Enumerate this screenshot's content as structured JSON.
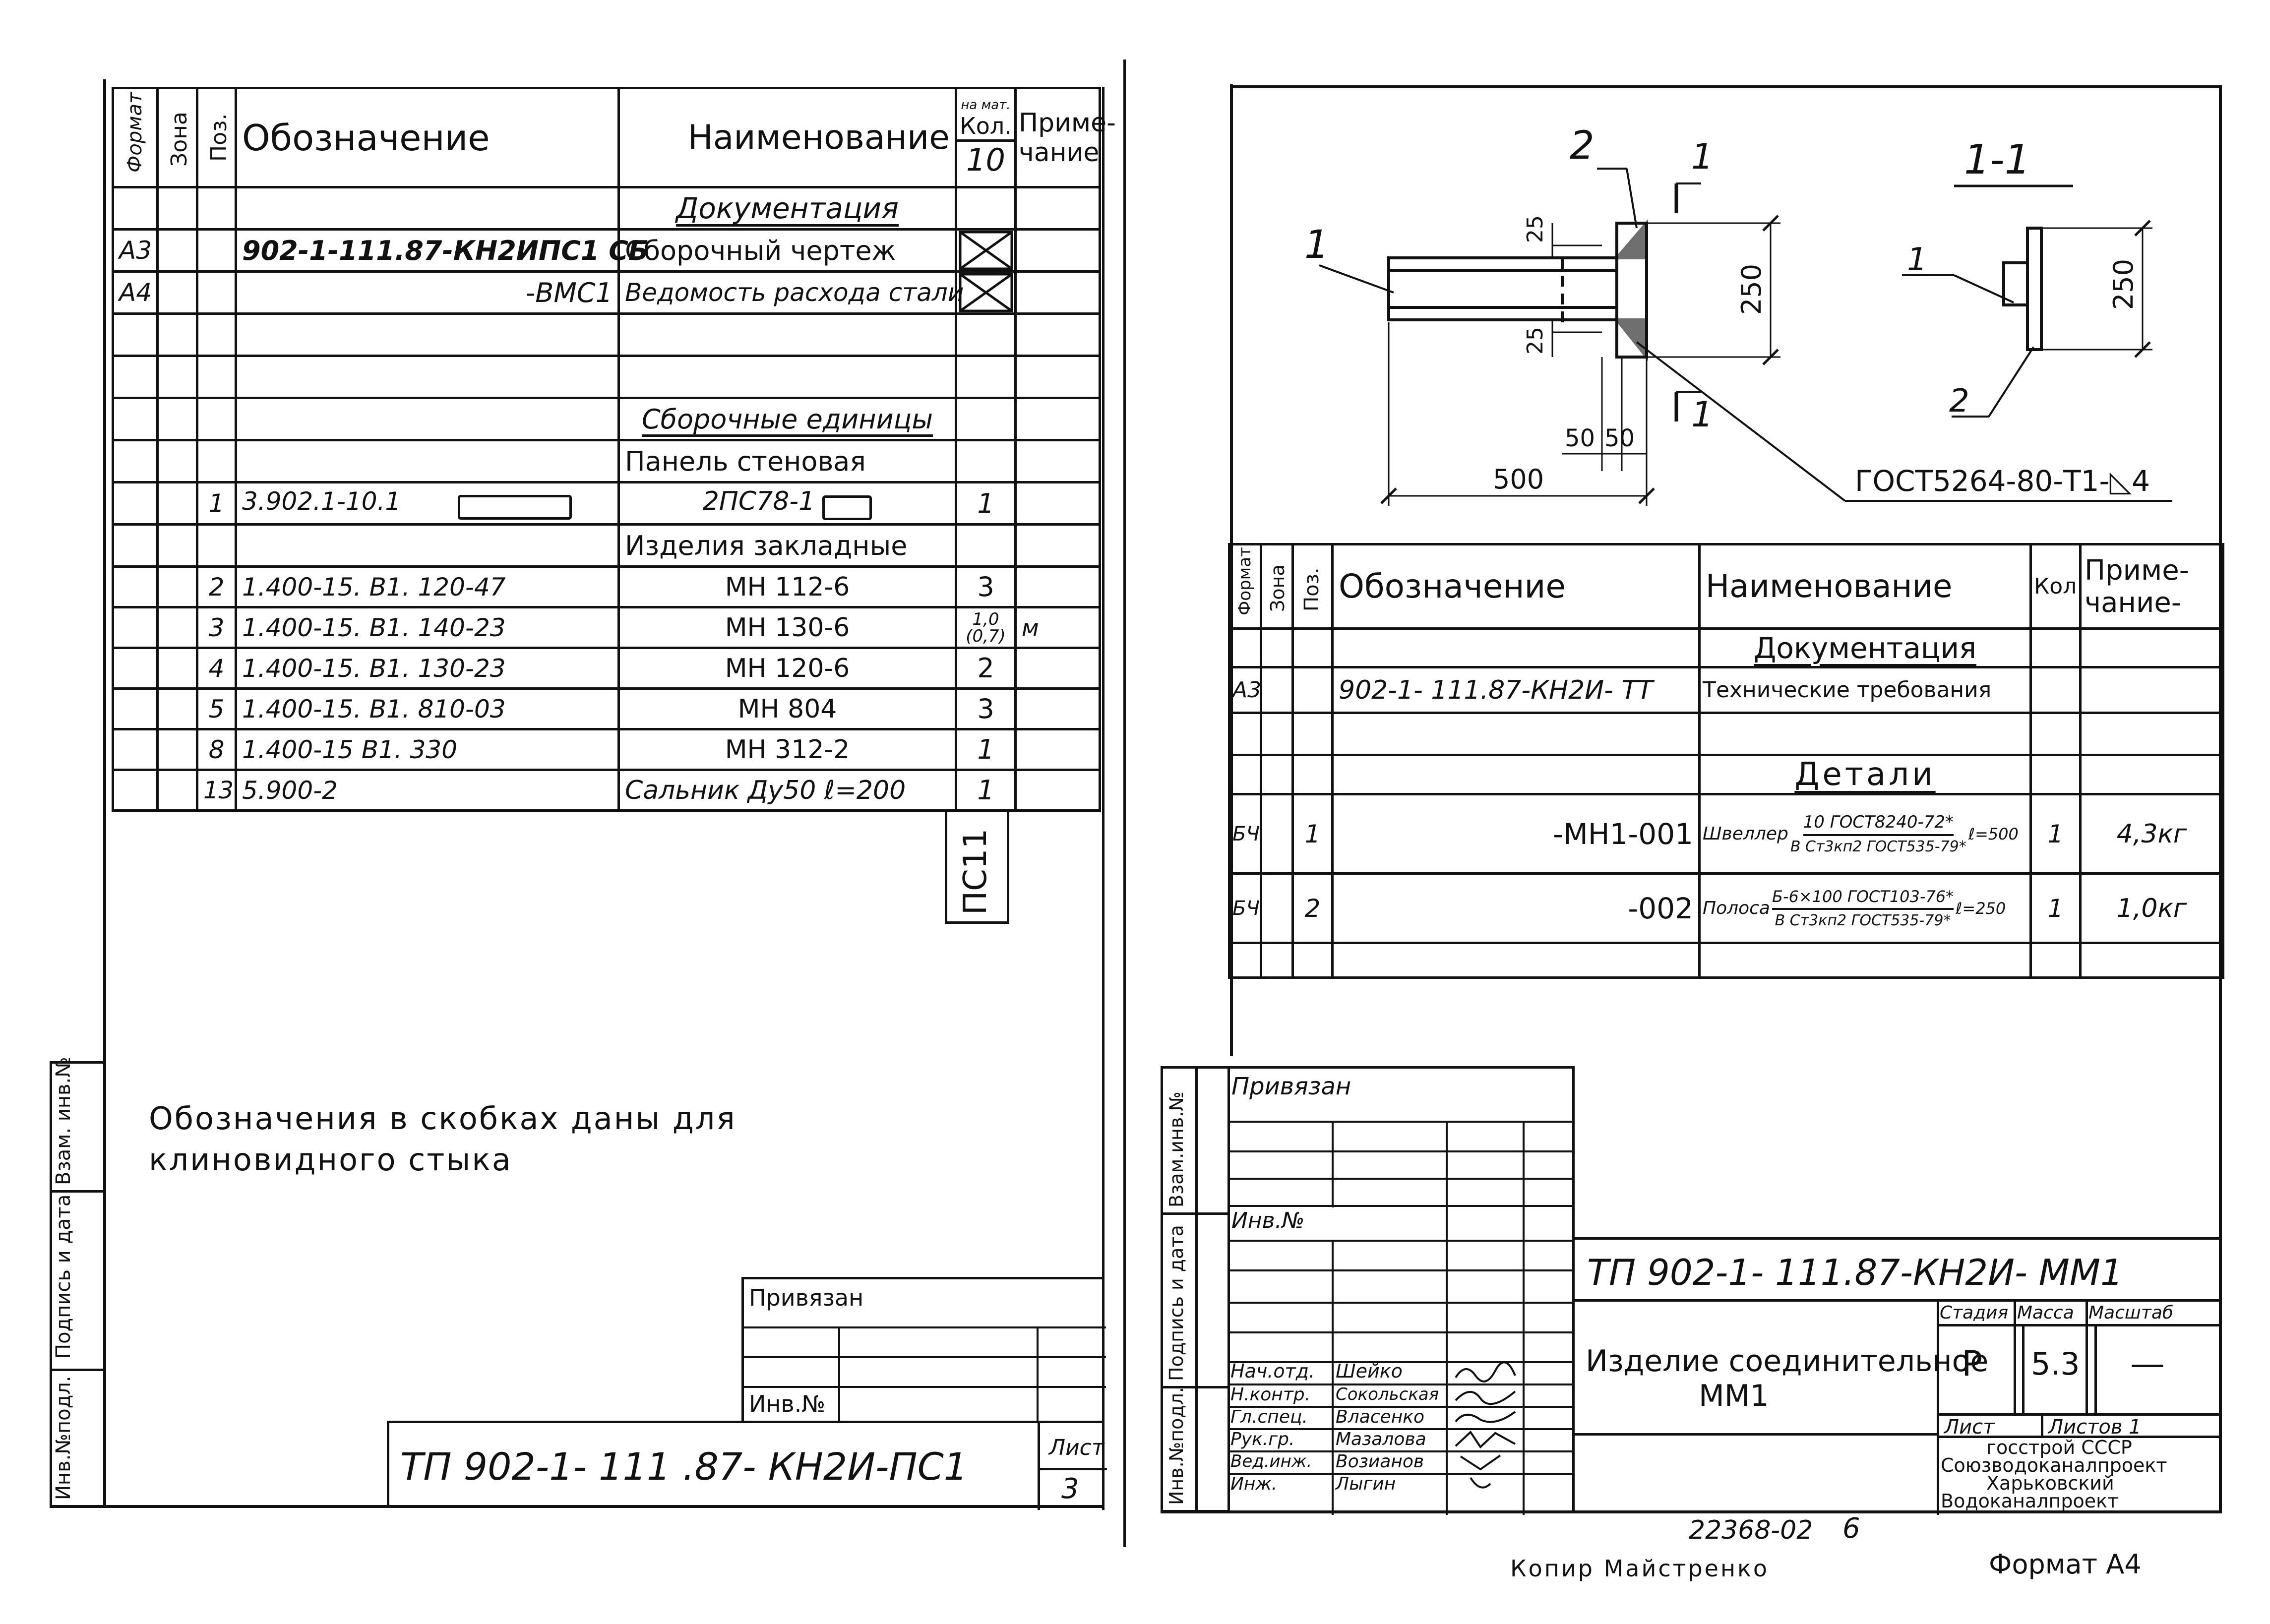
{
  "left_sheet": {
    "headers": {
      "format": "Формат",
      "zone": "Зона",
      "pos": "Поз.",
      "designation": "Обозначение",
      "name": "Наименование",
      "qty_top": "на мат.",
      "qty": "Кол.",
      "qty_count": "10",
      "note_line1": "Приме-",
      "note_line2": "чание"
    },
    "rows": [
      {
        "format": "",
        "zone": "",
        "pos": "",
        "designation": "",
        "name": "Документация",
        "qty": "",
        "note": ""
      },
      {
        "format": "А3",
        "zone": "",
        "pos": "",
        "designation": "902-1-111.87-КН2ИПС1 СБ",
        "name": "Сборочный чертеж",
        "qty": "",
        "note": ""
      },
      {
        "format": "А4",
        "zone": "",
        "pos": "",
        "designation": "-ВМС1",
        "name": "Ведомость расхода стали",
        "qty": "",
        "note": ""
      },
      {
        "format": "",
        "zone": "",
        "pos": "",
        "designation": "",
        "name": "",
        "qty": "",
        "note": ""
      },
      {
        "format": "",
        "zone": "",
        "pos": "",
        "designation": "",
        "name": "",
        "qty": "",
        "note": ""
      },
      {
        "format": "",
        "zone": "",
        "pos": "",
        "designation": "",
        "name": "Сборочные единицы",
        "qty": "",
        "note": ""
      },
      {
        "format": "",
        "zone": "",
        "pos": "",
        "designation": "",
        "name": "Панель стеновая",
        "qty": "",
        "note": ""
      },
      {
        "format": "",
        "zone": "",
        "pos": "1",
        "designation": "3.902.1-10.1",
        "name": "2ПС78-1",
        "qty": "1",
        "note": ""
      },
      {
        "format": "",
        "zone": "",
        "pos": "",
        "designation": "",
        "name": "Изделия закладные",
        "qty": "",
        "note": ""
      },
      {
        "format": "",
        "zone": "",
        "pos": "2",
        "designation": "1.400-15. В1. 120-47",
        "name": "МН 112-6",
        "qty": "3",
        "note": ""
      },
      {
        "format": "",
        "zone": "",
        "pos": "3",
        "designation": "1.400-15. В1. 140-23",
        "name": "МН 130-6",
        "qty": "1,0 (0,7)",
        "note": "м"
      },
      {
        "format": "",
        "zone": "",
        "pos": "4",
        "designation": "1.400-15. В1. 130-23",
        "name": "МН 120-6",
        "qty": "2",
        "note": ""
      },
      {
        "format": "",
        "zone": "",
        "pos": "5",
        "designation": "1.400-15. В1. 810-03",
        "name": "МН 804",
        "qty": "3",
        "note": ""
      },
      {
        "format": "",
        "zone": "",
        "pos": "8",
        "designation": "1.400-15 В1. 330",
        "name": "МН 312-2",
        "qty": "1",
        "note": ""
      },
      {
        "format": "",
        "zone": "",
        "pos": "13",
        "designation": "5.900-2",
        "name": "Сальник Ду50 ℓ=200",
        "qty": "1",
        "note": ""
      }
    ],
    "vertical_code": "ПС11",
    "note_line1": "Обозначения в скобках даны для",
    "note_line2": "клиновидного стыка",
    "privyazan": "Привязан",
    "inv_no": "Инв.№",
    "stamp_code": "ТП 902-1- 111 .87- КН2И-ПС1",
    "stamp_sheet_label": "Лист",
    "stamp_sheet_no": "3",
    "side_labels": [
      "Инв.№подл.",
      "Подпись и дата",
      "Взам. инв.№"
    ]
  },
  "drawing": {
    "callout_1": "1",
    "callout_2": "2",
    "section_mark": "1",
    "dim_25_top": "25",
    "dim_25_bottom": "25",
    "dim_250": "250",
    "dim_50_a": "50",
    "dim_50_b": "50",
    "dim_500": "500",
    "section_title": "1-1",
    "section_dim_250": "250",
    "section_callout_1": "1",
    "section_callout_2": "2",
    "weld_note": "ГОСТ5264-80-Т1-◺4"
  },
  "right_table": {
    "headers": {
      "format": "Формат",
      "zone": "Зона",
      "pos": "Поз.",
      "designation": "Обозначение",
      "name": "Наименование",
      "qty": "Кол",
      "note_line1": "Приме-",
      "note_line2": "чание-"
    },
    "rows": [
      {
        "format": "",
        "pos": "",
        "designation": "",
        "name": "Документация",
        "qty": "",
        "note": ""
      },
      {
        "format": "А3",
        "pos": "",
        "designation": "902-1- 111.87-КН2И- ТТ",
        "name": "Технические требования",
        "qty": "",
        "note": ""
      },
      {
        "format": "",
        "pos": "",
        "designation": "",
        "name": "",
        "qty": "",
        "note": ""
      },
      {
        "format": "",
        "pos": "",
        "designation": "",
        "name": "Детали",
        "qty": "",
        "note": ""
      },
      {
        "format": "БЧ",
        "pos": "1",
        "designation": "-МН1-001",
        "name_prefix": "Швеллер",
        "name_top": "10 ГОСТ8240-72*",
        "name_bottom": "В Ст3кп2 ГОСТ535-79*",
        "name_suffix": "ℓ=500",
        "qty": "1",
        "note": "4,3кг"
      },
      {
        "format": "БЧ",
        "pos": "2",
        "designation": "-002",
        "name_prefix": "Полоса",
        "name_top": "Б-6×100 ГОСТ103-76*",
        "name_bottom": "В Ст3кп2 ГОСТ535-79*",
        "name_suffix": "ℓ=250",
        "qty": "1",
        "note": "1,0кг"
      },
      {
        "format": "",
        "pos": "",
        "designation": "",
        "name": "",
        "qty": "",
        "note": ""
      }
    ]
  },
  "title_block": {
    "privyazan": "Привязан",
    "inv_no": "Инв.№",
    "code": "ТП 902-1- 111.87-КН2И- ММ1",
    "title_line1": "Изделие соединительное",
    "title_line2": "ММ1",
    "stage_label": "Стадия",
    "mass_label": "Масса",
    "scale_label": "Масштаб",
    "stage": "Р",
    "mass": "5.3",
    "scale": "—",
    "sheet_label": "Лист",
    "sheets_label": "Листов 1",
    "org_lines": [
      "госстрой СССР",
      "Союзводоканалпроект",
      "Харьковский",
      "Водоканалпроект"
    ],
    "people": [
      {
        "role": "Нач.отд.",
        "name": "Шейко"
      },
      {
        "role": "Н.контр.",
        "name": "Сокольская"
      },
      {
        "role": "Гл.спец.",
        "name": "Власенко"
      },
      {
        "role": "Рук.гр.",
        "name": "Мазалова"
      },
      {
        "role": "Вед.инж.",
        "name": "Возианов"
      },
      {
        "role": "Инж.",
        "name": "Лыгин"
      }
    ],
    "side_labels": [
      "Инв.№подл.",
      "Подпись и дата",
      "Взам.инв.№"
    ]
  },
  "footer": {
    "doc_number": "22368-02",
    "page": "6",
    "copy_text": "Копир Майстренко",
    "format_text": "Формат А4"
  }
}
